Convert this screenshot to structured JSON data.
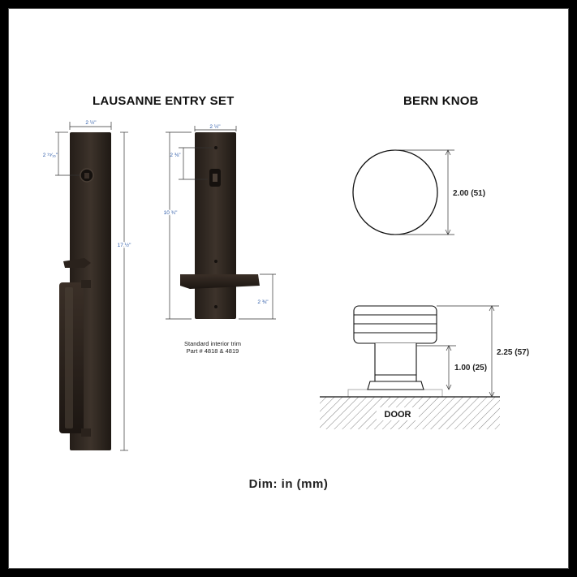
{
  "lausanne": {
    "title": "LAUSANNE ENTRY SET",
    "dims": {
      "width_top": "2 ½\"",
      "lock_offset": "2 ¹⁵⁄₁₆\"",
      "height_total": "17 ½\""
    }
  },
  "interior": {
    "dims": {
      "width_top": "2 ½\"",
      "turn_offset": "2 ⅜\"",
      "height": "10 ¾\"",
      "lever_offset": "2 ⅜\""
    },
    "caption_line1": "Standard interior trim",
    "caption_line2": "Part # 4818 & 4819"
  },
  "bern": {
    "title": "BERN KNOB",
    "diameter": "2.00 (51)",
    "projection": "2.25 (57)",
    "neck": "1.00 (25)",
    "door_label": "DOOR"
  },
  "footer": "Dim: in (mm)",
  "colors": {
    "bronze": "#2e2620",
    "bronze_light": "#4a3f36",
    "dim_blue": "#2c5aa8"
  }
}
